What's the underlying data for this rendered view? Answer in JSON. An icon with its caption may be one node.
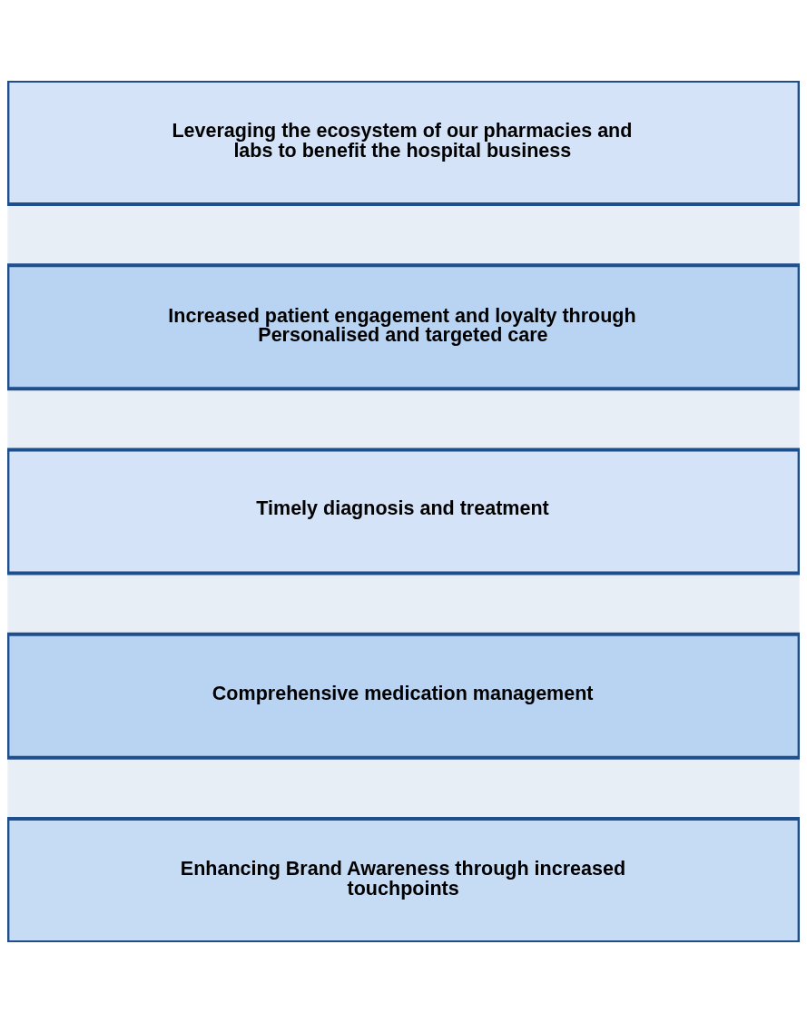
{
  "diagram": {
    "nodes": [
      {
        "text": [
          "Leveraging the ecosystem of our pharmacies and labs to benefit the hospital business"
        ]
      },
      {
        "text": [
          "Increased patient engagement and loyalty through Personalised and targeted care"
        ]
      },
      {
        "text": [
          "Timely diagnosis and treatment"
        ]
      },
      {
        "text": [
          "Comprehensive medication management"
        ]
      },
      {
        "text": [
          "Enhancing Brand Awareness through increased touchpoints"
        ]
      }
    ]
  }
}
